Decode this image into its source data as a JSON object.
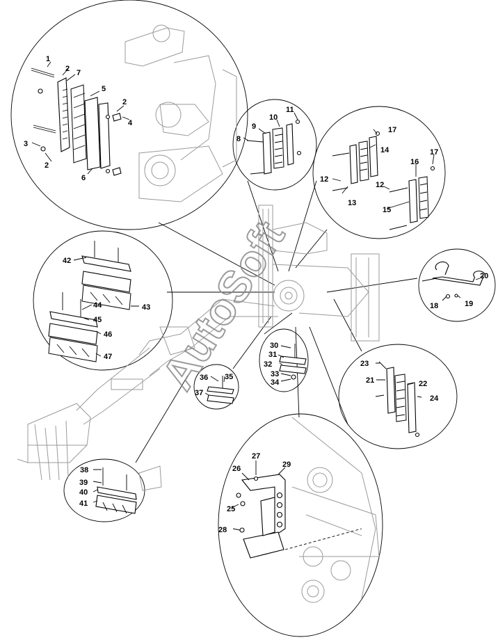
{
  "diagram": {
    "watermark": "AutoSoft",
    "callouts": [
      "1",
      "2",
      "3",
      "4",
      "5",
      "6",
      "7",
      "8",
      "9",
      "10",
      "11",
      "12",
      "13",
      "14",
      "15",
      "16",
      "17",
      "18",
      "19",
      "20",
      "21",
      "22",
      "23",
      "24",
      "25",
      "26",
      "27",
      "28",
      "29",
      "30",
      "31",
      "32",
      "33",
      "34",
      "35",
      "36",
      "37",
      "38",
      "39",
      "40",
      "41",
      "42",
      "43",
      "44",
      "45",
      "46",
      "47"
    ],
    "extra_callouts": {
      "second_2": "2",
      "third_2": "2",
      "second_12": "12",
      "second_17": "17"
    }
  }
}
